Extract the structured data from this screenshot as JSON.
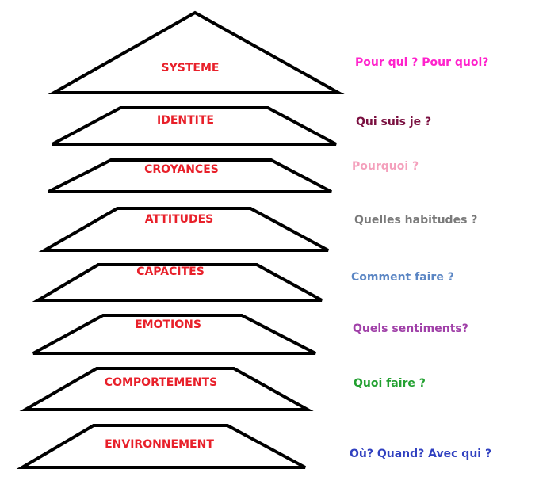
{
  "levels": [
    {
      "label": "SYSTEME",
      "question": "Pour qui ? Pour quoi?",
      "question_color": "#ff22cc"
    },
    {
      "label": "IDENTITE",
      "question": "Qui suis je ?",
      "question_color": "#7a1040"
    },
    {
      "label": "CROYANCES",
      "question": "Pourquoi ?",
      "question_color": "#f4a0bc"
    },
    {
      "label": "ATTITUDES",
      "question": "Quelles habitudes ?",
      "question_color": "#7a7a7a"
    },
    {
      "label": "CAPACITES",
      "question": "Comment faire ?",
      "question_color": "#5b86c4"
    },
    {
      "label": "EMOTIONS",
      "question": "Quels sentiments?",
      "question_color": "#a040a8"
    },
    {
      "label": "COMPORTEMENTS",
      "question": "Quoi faire ?",
      "question_color": "#22a030"
    },
    {
      "label": "ENVIRONNEMENT",
      "question": "Où? Quand? Avec qui ?",
      "question_color": "#3040c0"
    }
  ],
  "label_color": "#e8202a"
}
